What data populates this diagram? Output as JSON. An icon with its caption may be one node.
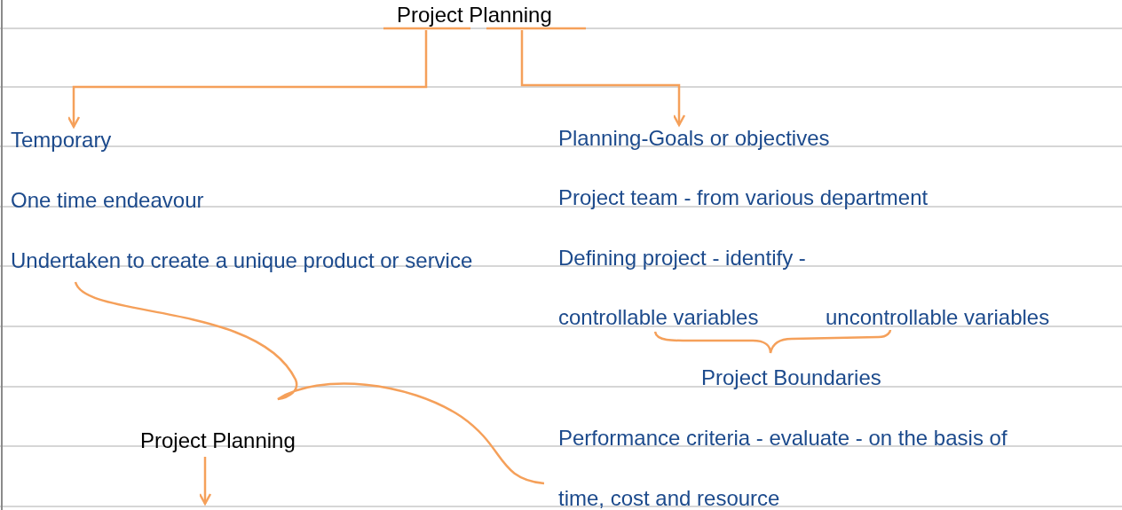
{
  "diagram": {
    "nodes": [
      {
        "text": [
          "Project Planning"
        ]
      },
      {
        "text": [
          "Temporary"
        ]
      },
      {
        "text": [
          "One time endeavour"
        ]
      },
      {
        "text": [
          "Undertaken to create a unique product or service"
        ]
      },
      {
        "text": [
          "Planning-Goals or objectives"
        ]
      },
      {
        "text": [
          "Project team - from various department"
        ]
      },
      {
        "text": [
          "Defining project - identify -"
        ]
      },
      {
        "text": [
          "controllable variables"
        ]
      },
      {
        "text": [
          "uncontrollable variables"
        ]
      },
      {
        "text": [
          "Project Boundaries"
        ]
      },
      {
        "text": [
          "Project Planning"
        ]
      },
      {
        "text": [
          "Performance criteria - evaluate - on the basis of time, cost and resource"
        ]
      }
    ],
    "edges": [
      {
        "from": 0,
        "to": 1,
        "arrow": "to"
      },
      {
        "from": 0,
        "to": 4,
        "arrow": "to"
      },
      {
        "from": 3,
        "to": 11,
        "arrow": "none"
      },
      {
        "from": 10,
        "to": null,
        "arrow": "to"
      }
    ]
  }
}
